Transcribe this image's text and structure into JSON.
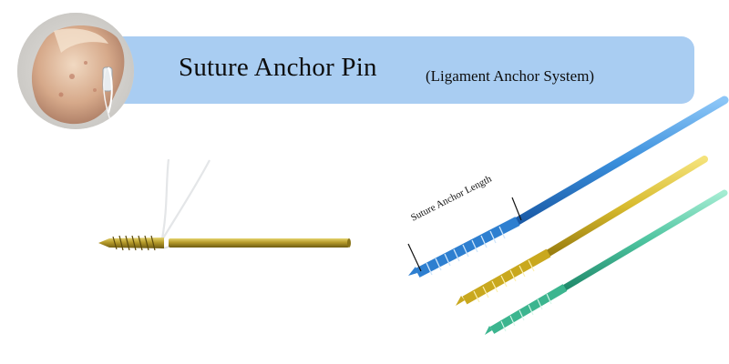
{
  "header": {
    "title": "Suture Anchor Pin",
    "subtitle": "(Ligament Anchor System)",
    "banner_color": "#a9cdf2"
  },
  "photo": {
    "icon": "bone-with-anchor-photo"
  },
  "products": {
    "single": {
      "icon": "gold-suture-anchor-pin",
      "color": "#b59a2a"
    },
    "set": {
      "label": "Suture Anchor Length",
      "pins": [
        {
          "icon": "blue-suture-anchor-pin",
          "color": "#3a8fdc"
        },
        {
          "icon": "gold-suture-anchor-pin",
          "color": "#d8bb2e"
        },
        {
          "icon": "green-suture-anchor-pin",
          "color": "#4ec4a0"
        }
      ]
    }
  }
}
